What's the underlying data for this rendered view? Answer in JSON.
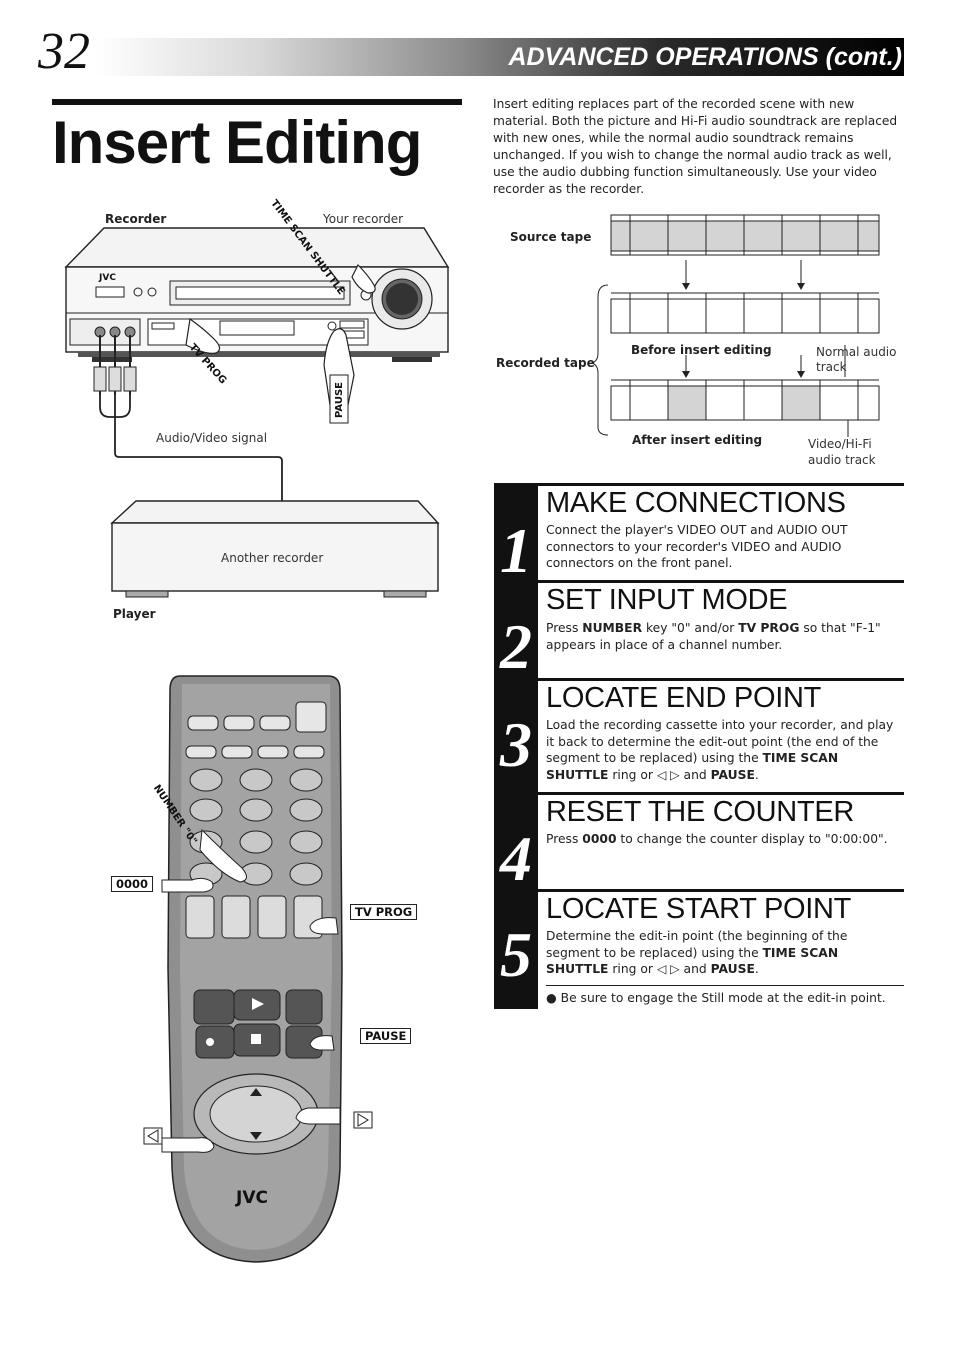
{
  "header": {
    "page_number": "32",
    "section": "ADVANCED OPERATIONS (cont.)"
  },
  "page_title": "Insert Editing",
  "intro": "Insert editing replaces part of the recorded scene with new material. Both the picture and Hi-Fi audio soundtrack are replaced with new ones, while the normal audio soundtrack remains unchanged. If you wish to change the normal audio track as well, use the audio dubbing function simultaneously. Use your video recorder as the recorder.",
  "connection_diagram": {
    "recorder_label": "Recorder",
    "your_recorder": "Your recorder",
    "brand": "JVC",
    "time_scan_shuttle": "TIME SCAN SHUTTLE",
    "tv_prog": "TV PROG",
    "pause": "PAUSE",
    "av_signal": "Audio/Video signal",
    "another_recorder": "Another recorder",
    "player_label": "Player"
  },
  "tape_diagram": {
    "source_tape": "Source tape",
    "recorded_tape": "Recorded tape",
    "before_insert": "Before insert editing",
    "after_insert": "After insert editing",
    "normal_audio_1": "Normal audio",
    "normal_audio_2": "track",
    "video_hifi_1": "Video/Hi-Fi",
    "video_hifi_2": "audio track"
  },
  "remote": {
    "brand": "JVC",
    "number0": "NUMBER \"0\"",
    "callout_0000": "0000",
    "callout_tvprog": "TV PROG",
    "callout_pause": "PAUSE"
  },
  "steps": [
    {
      "num": "1",
      "title": "MAKE CONNECTIONS"
    },
    {
      "num": "2",
      "title": "SET INPUT MODE"
    },
    {
      "num": "3",
      "title": "LOCATE END POINT"
    },
    {
      "num": "4",
      "title": "RESET THE COUNTER"
    },
    {
      "num": "5",
      "title": "LOCATE START POINT"
    }
  ],
  "step_text": {
    "s1": "Connect the player's VIDEO OUT and AUDIO OUT connectors to your recorder's VIDEO and AUDIO connectors on the front panel.",
    "s2_a": "Press ",
    "s2_b": "NUMBER",
    "s2_c": " key \"0\" and/or ",
    "s2_d": "TV PROG",
    "s2_e": " so that \"F-1\" appears in place of a channel number.",
    "s3_a": "Load the recording cassette into your recorder, and play it back to determine the edit-out point (the end of the segment to be replaced) using the ",
    "s3_b": "TIME SCAN SHUTTLE",
    "s3_c": " ring or ◁ ▷ and ",
    "s3_d": "PAUSE",
    "s3_e": ".",
    "s4_a": "Press ",
    "s4_b": "0000",
    "s4_c": " to change the counter display to \"0:00:00\".",
    "s5_a": "Determine the edit-in point (the beginning of the segment to be replaced) using the ",
    "s5_b": "TIME SCAN SHUTTLE",
    "s5_c": " ring or ◁ ▷ and ",
    "s5_d": "PAUSE",
    "s5_e": "."
  },
  "note": "● Be sure to engage the Still mode at the edit-in point."
}
